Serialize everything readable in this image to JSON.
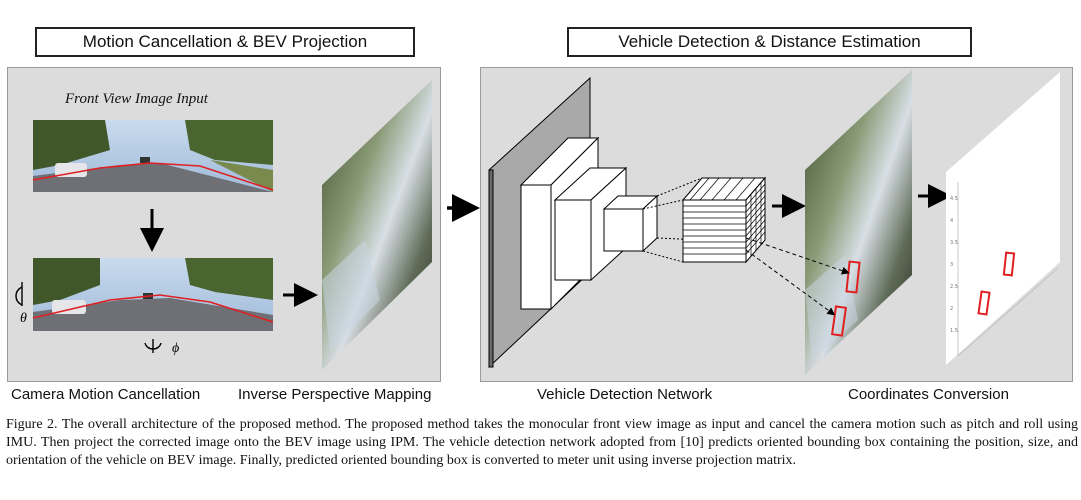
{
  "sections": {
    "left_title": "Motion Cancellation & BEV Projection",
    "right_title": "Vehicle Detection & Distance Estimation"
  },
  "left_panel": {
    "input_label": "Front View Image Input",
    "theta_symbol": "θ",
    "phi_symbol": "ϕ"
  },
  "stage_labels": {
    "camera_motion": "Camera Motion Cancellation",
    "ipm": "Inverse Perspective Mapping",
    "detection": "Vehicle Detection Network",
    "coordinates": "Coordinates Conversion"
  },
  "caption": "Figure 2. The overall architecture of the proposed method. The proposed method takes the monocular front view image as input and cancel the camera motion such as pitch and roll using IMU. Then project the corrected image onto the BEV image using IPM. The vehicle detection network adopted from [10] predicts oriented bounding box containing the position, size, and orientation of the vehicle on BEV image. Finally, predicted oriented bounding box is converted to meter unit using inverse projection matrix.",
  "colors": {
    "box_red": "#e02020",
    "panel_gray": "#dcdcdc",
    "sky": "#a9c7e6",
    "foliage": "#4f6b33",
    "road": "#6f6f76"
  }
}
